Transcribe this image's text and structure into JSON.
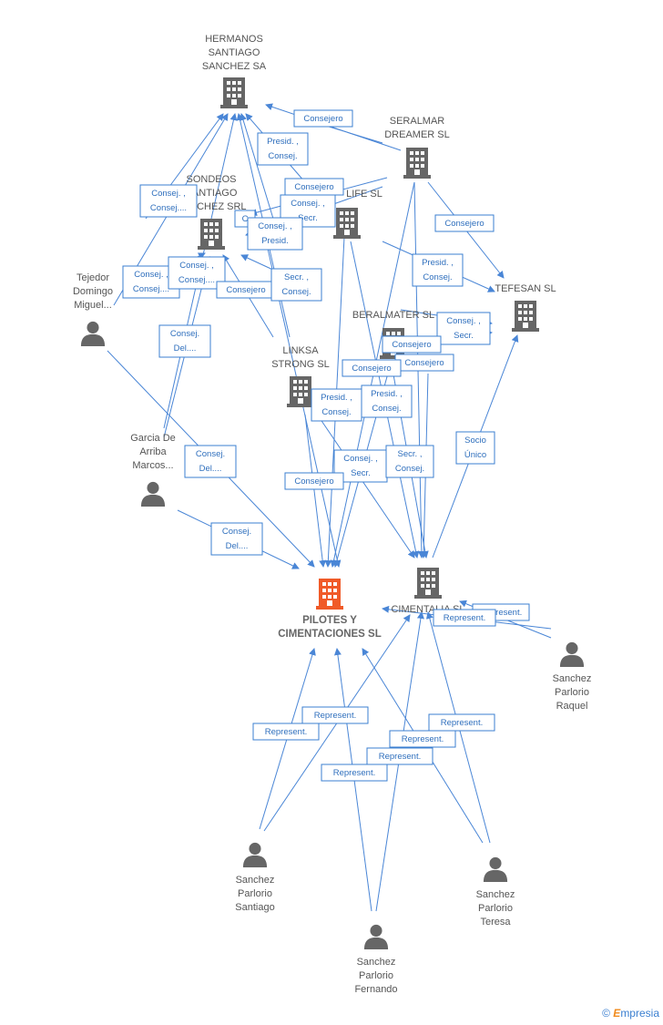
{
  "nodes": [
    {
      "id": "hermanos",
      "type": "company",
      "label": [
        "HERMANOS",
        "SANTIAGO",
        "SANCHEZ SA"
      ]
    },
    {
      "id": "seralmar",
      "type": "company",
      "label": [
        "SERALMAR",
        "DREAMER SL"
      ]
    },
    {
      "id": "sondeos",
      "type": "company",
      "label": [
        "SONDEOS",
        "SANTIAGO",
        "SANCHEZ SRL"
      ]
    },
    {
      "id": "life",
      "type": "company",
      "label": [
        "LIFE SL"
      ]
    },
    {
      "id": "tefesan",
      "type": "company",
      "label": [
        "TEFESAN SL"
      ]
    },
    {
      "id": "beralmater",
      "type": "company",
      "label": [
        "BERALMATER SL"
      ]
    },
    {
      "id": "linksa",
      "type": "company",
      "label": [
        "LINKSA",
        "STRONG SL"
      ]
    },
    {
      "id": "pilotes",
      "type": "company-main",
      "label": [
        "PILOTES Y",
        "CIMENTACIONES SL"
      ]
    },
    {
      "id": "cimentalia",
      "type": "company",
      "label": [
        "CIMENTALIA SL"
      ]
    },
    {
      "id": "tejedor",
      "type": "person",
      "label": [
        "Tejedor",
        "Domingo",
        "Miguel..."
      ]
    },
    {
      "id": "garcia",
      "type": "person",
      "label": [
        "Garcia De",
        "Arriba",
        "Marcos..."
      ]
    },
    {
      "id": "raquel",
      "type": "person",
      "label": [
        "Sanchez",
        "Parlorio",
        "Raquel"
      ]
    },
    {
      "id": "santiago",
      "type": "person",
      "label": [
        "Sanchez",
        "Parlorio",
        "Santiago"
      ]
    },
    {
      "id": "teresa",
      "type": "person",
      "label": [
        "Sanchez",
        "Parlorio",
        "Teresa"
      ]
    },
    {
      "id": "fernando",
      "type": "person",
      "label": [
        "Sanchez",
        "Parlorio",
        "Fernando"
      ]
    }
  ],
  "edge_labels": [
    [
      "Consejero"
    ],
    [
      "Presid. ,",
      "Consej."
    ],
    [
      "Consej. ,",
      "Consej...."
    ],
    [
      "Consejero"
    ],
    [
      "Consej. ,",
      "Secr."
    ],
    [
      "Consejero"
    ],
    [
      "C"
    ],
    [
      "Consej. ,",
      "Presid."
    ],
    [
      "Consej. ,",
      "Consej...."
    ],
    [
      "Consej. ,",
      "Consej...."
    ],
    [
      "Consejero"
    ],
    [
      "Secr. ,",
      "Consej."
    ],
    [
      "Presid. ,",
      "Consej."
    ],
    [
      "Consej. ,",
      "Secr."
    ],
    [
      "Consejero"
    ],
    [
      "Consejero"
    ],
    [
      "Consejero"
    ],
    [
      "Consej.",
      "Del...."
    ],
    [
      "Presid. ,",
      "Consej."
    ],
    [
      "Presid. ,",
      "Consej."
    ],
    [
      "Socio",
      "Único"
    ],
    [
      "Consej.",
      "Del...."
    ],
    [
      "Consej. ,",
      "Secr."
    ],
    [
      "Secr. ,",
      "Consej."
    ],
    [
      "Consejero"
    ],
    [
      "Consej.",
      "Del...."
    ],
    [
      "Represent."
    ],
    [
      "Represent."
    ],
    [
      "Represent."
    ],
    [
      "Represent."
    ],
    [
      "Represent."
    ],
    [
      "Represent."
    ],
    [
      "Represent."
    ],
    [
      "Represent."
    ]
  ],
  "footer": {
    "copyright": "©",
    "brand_first": "E",
    "brand_rest": "mpresia"
  },
  "colors": {
    "edge": "#4a86d6",
    "node": "#666666",
    "main_node": "#f05a28",
    "label_text": "#2f6fbd"
  }
}
